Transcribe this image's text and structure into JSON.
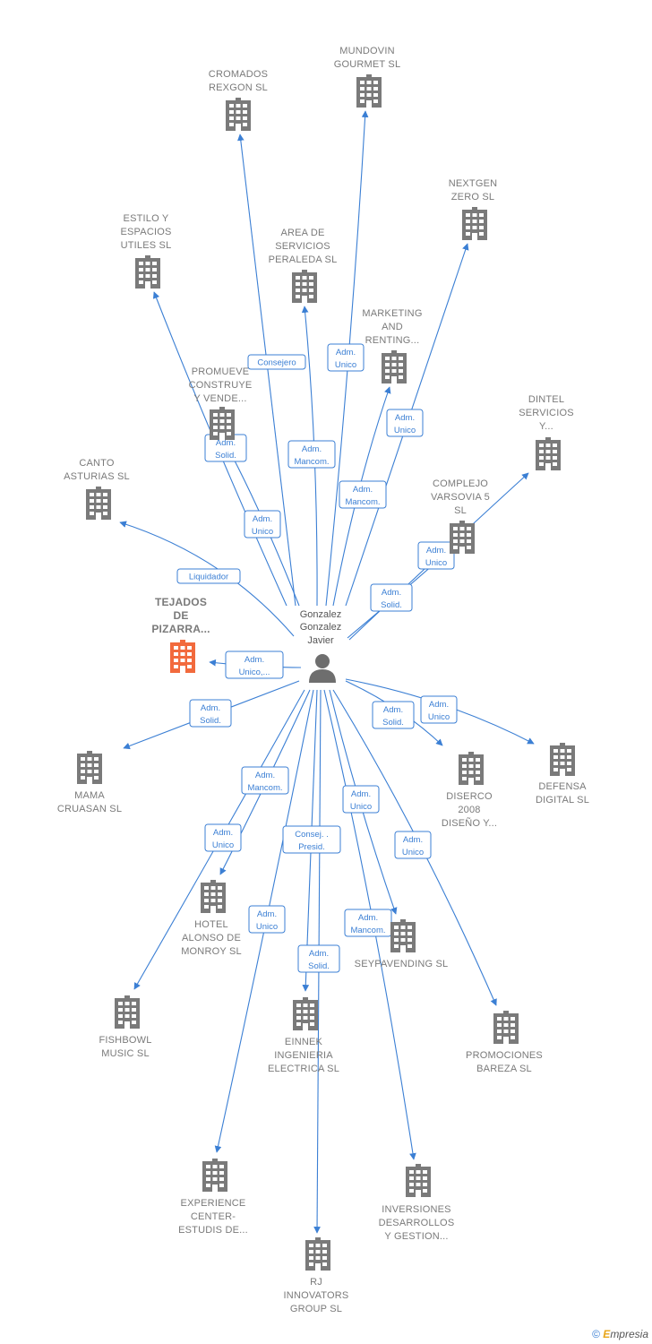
{
  "center": {
    "name_lines": [
      "Gonzalez",
      "Gonzalez",
      "Javier"
    ]
  },
  "nodes": [
    {
      "id": "cromados",
      "lines": [
        "CROMADOS",
        "REXGON  SL"
      ]
    },
    {
      "id": "mundovin",
      "lines": [
        "MUNDOVIN",
        "GOURMET  SL"
      ]
    },
    {
      "id": "nextgen",
      "lines": [
        "NEXTGEN",
        "ZERO  SL"
      ]
    },
    {
      "id": "estilo",
      "lines": [
        "ESTILO Y",
        "ESPACIOS",
        "UTILES  SL"
      ]
    },
    {
      "id": "area",
      "lines": [
        "AREA DE",
        "SERVICIOS",
        "PERALEDA SL"
      ]
    },
    {
      "id": "marketing",
      "lines": [
        "MARKETING",
        "AND",
        "RENTING..."
      ]
    },
    {
      "id": "promueve",
      "lines": [
        "PROMUEVE",
        "CONSTRUYE",
        "Y VENDE..."
      ]
    },
    {
      "id": "dintel",
      "lines": [
        "DINTEL",
        "SERVICIOS",
        "Y..."
      ]
    },
    {
      "id": "canto",
      "lines": [
        "CANTO",
        "ASTURIAS SL"
      ]
    },
    {
      "id": "complejo",
      "lines": [
        "COMPLEJO",
        "VARSOVIA 5",
        "SL"
      ]
    },
    {
      "id": "tejados",
      "lines": [
        "TEJADOS",
        "DE",
        "PIZARRA..."
      ],
      "focus": true
    },
    {
      "id": "mama",
      "lines": [
        "MAMA",
        "CRUASAN  SL"
      ]
    },
    {
      "id": "diserco",
      "lines": [
        "DISERCO",
        "2008",
        "DISEÑO Y..."
      ]
    },
    {
      "id": "defensa",
      "lines": [
        "DEFENSA",
        "DIGITAL  SL"
      ]
    },
    {
      "id": "hotel",
      "lines": [
        "HOTEL",
        "ALONSO DE",
        "MONROY SL"
      ]
    },
    {
      "id": "seypa",
      "lines": [
        "SEYPAVENDING SL"
      ]
    },
    {
      "id": "fishbowl",
      "lines": [
        "FISHBOWL",
        "MUSIC  SL"
      ]
    },
    {
      "id": "einnek",
      "lines": [
        "EINNEK",
        "INGENIERIA",
        "ELECTRICA  SL"
      ]
    },
    {
      "id": "promociones",
      "lines": [
        "PROMOCIONES",
        "BAREZA SL"
      ]
    },
    {
      "id": "experience",
      "lines": [
        "EXPERIENCE",
        "CENTER-",
        "ESTUDIS DE..."
      ]
    },
    {
      "id": "inversiones",
      "lines": [
        "INVERSIONES",
        "DESARROLLOS",
        "Y GESTION..."
      ]
    },
    {
      "id": "rj",
      "lines": [
        "RJ",
        "INNOVATORS",
        "GROUP  SL"
      ]
    }
  ],
  "edges": [
    {
      "to": "cromados",
      "label": [
        "Consejero"
      ]
    },
    {
      "to": "mundovin",
      "label": [
        "Adm.",
        "Unico"
      ]
    },
    {
      "to": "nextgen",
      "label": [
        "Adm.",
        "Unico"
      ]
    },
    {
      "to": "estilo",
      "label": [
        "Adm.",
        "Solid."
      ]
    },
    {
      "to": "area",
      "label": [
        "Adm.",
        "Mancom."
      ]
    },
    {
      "to": "marketing",
      "label": [
        "Adm.",
        "Mancom."
      ]
    },
    {
      "to": "promueve",
      "label": [
        "Adm.",
        "Unico"
      ]
    },
    {
      "to": "dintel",
      "label": [
        "Adm.",
        "Solid."
      ]
    },
    {
      "to": "canto",
      "label": [
        "Liquidador"
      ]
    },
    {
      "to": "complejo",
      "label": [
        "Adm.",
        "Unico"
      ]
    },
    {
      "to": "tejados",
      "label": [
        "Adm.",
        "Unico,..."
      ]
    },
    {
      "to": "mama",
      "label": [
        "Adm.",
        "Solid."
      ]
    },
    {
      "to": "diserco",
      "label": [
        "Adm.",
        "Solid."
      ]
    },
    {
      "to": "defensa",
      "label": [
        "Adm.",
        "Unico"
      ]
    },
    {
      "to": "hotel",
      "label": [
        "Adm.",
        "Mancom."
      ]
    },
    {
      "to": "fishbowl",
      "label": [
        "Adm.",
        "Unico"
      ]
    },
    {
      "to": "experience",
      "label": [
        "Adm.",
        "Unico"
      ]
    },
    {
      "to": "einnek",
      "label": [
        "Consej. .",
        "Presid."
      ]
    },
    {
      "to": "rj",
      "label": [
        "Adm.",
        "Solid."
      ]
    },
    {
      "to": "seypa",
      "label": [
        "Adm.",
        "Unico"
      ]
    },
    {
      "to": "inversiones",
      "label": [
        "Adm.",
        "Mancom."
      ]
    },
    {
      "to": "promociones",
      "label": [
        "Adm.",
        "Unico"
      ]
    }
  ],
  "colors": {
    "edge": "#3b7fd4",
    "building": "#7a7a7a",
    "focus_building": "#f26a3d",
    "person": "#6e6e6e"
  },
  "footer": {
    "copyright": "©",
    "brand_initial": "E",
    "brand_rest": "mpresia"
  }
}
